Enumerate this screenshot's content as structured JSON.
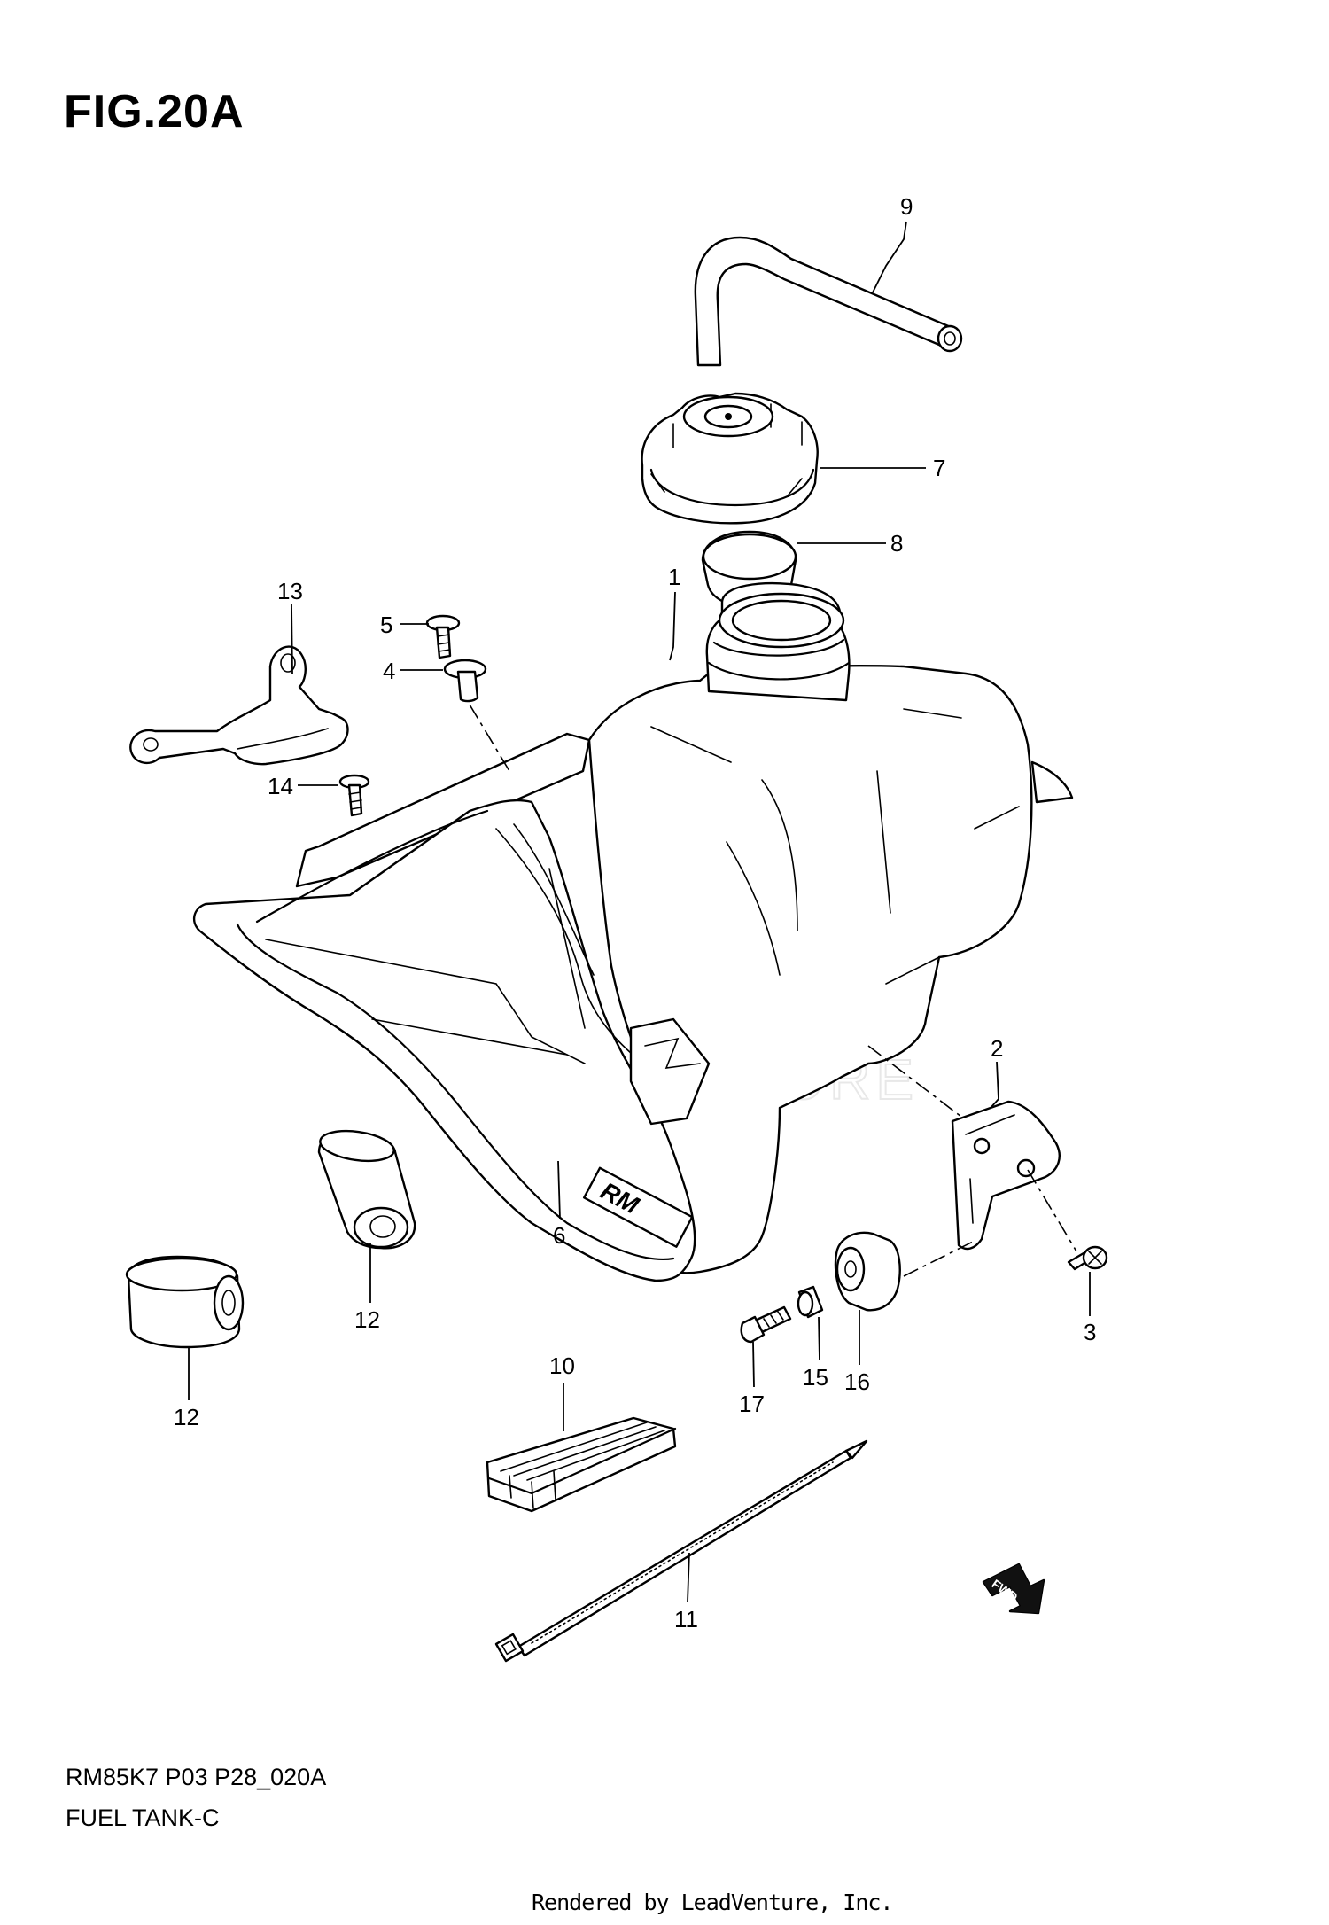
{
  "figure_title": "FIG.20A",
  "footer": {
    "code": "RM85K7 P03 P28_020A",
    "name": "FUEL TANK-C",
    "rendered_by": "Rendered by LeadVenture, Inc."
  },
  "watermark": {
    "text": "LEADVENTURE"
  },
  "tank_decal": {
    "text": "RM"
  },
  "fwd_badge": {
    "text": "FWD"
  },
  "callouts": {
    "c1": "1",
    "c2": "2",
    "c3": "3",
    "c4": "4",
    "c5": "5",
    "c6": "6",
    "c7": "7",
    "c8": "8",
    "c9": "9",
    "c10": "10",
    "c11": "11",
    "c12a": "12",
    "c12b": "12",
    "c13": "13",
    "c14": "14",
    "c15": "15",
    "c16": "16",
    "c17": "17"
  }
}
